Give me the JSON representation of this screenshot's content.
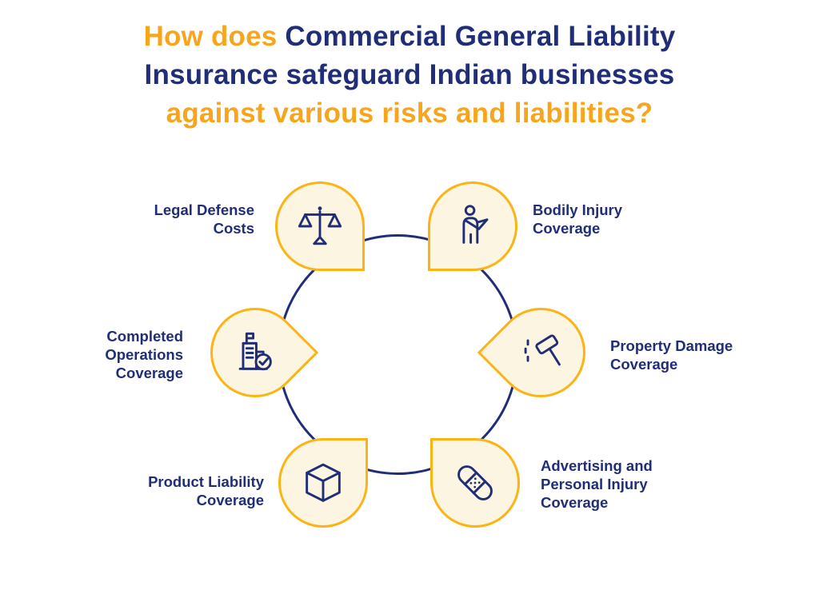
{
  "title": {
    "line1_orange": "How does ",
    "line1_navy": "Commercial General Liability",
    "line2_navy": "Insurance safeguard Indian businesses",
    "line3_orange": "against various risks and liabilities?"
  },
  "colors": {
    "navy": "#202E78",
    "orange": "#F8A51E",
    "yellow": "#FCB415",
    "cream": "#FCF5E2",
    "background": "#FFFFFF"
  },
  "diagram": {
    "nodes": [
      {
        "label": "Legal Defense\nCosts",
        "icon": "scales-of-justice-icon"
      },
      {
        "label": "Bodily Injury\nCoverage",
        "icon": "injured-person-icon"
      },
      {
        "label": "Property Damage\nCoverage",
        "icon": "hammer-icon"
      },
      {
        "label": "Advertising and\nPersonal Injury\nCoverage",
        "icon": "bandage-icon"
      },
      {
        "label": "Product Liability\nCoverage",
        "icon": "cube-box-icon"
      },
      {
        "label": "Completed\nOperations\nCoverage",
        "icon": "building-check-icon"
      }
    ]
  }
}
